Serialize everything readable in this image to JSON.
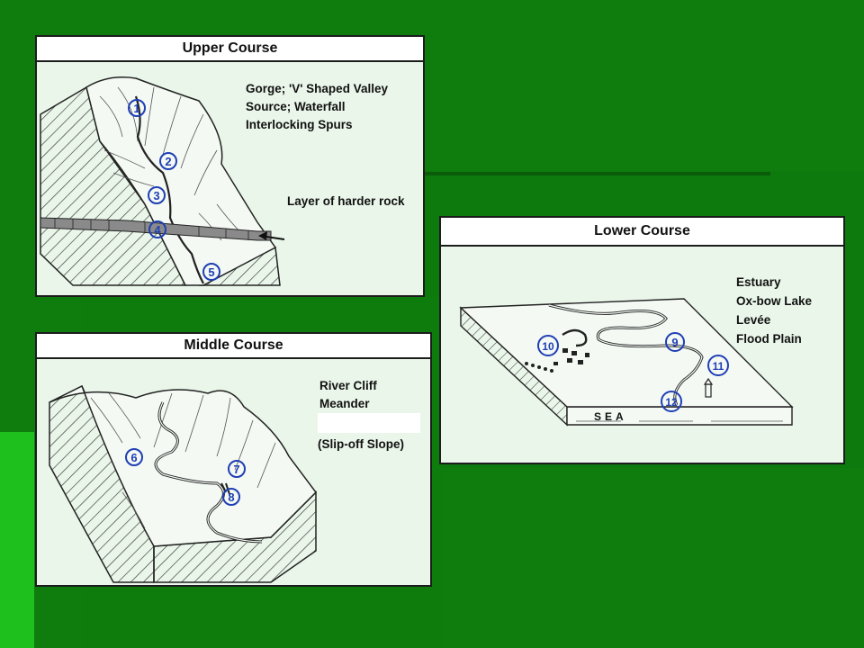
{
  "colors": {
    "slide_background": "#128a12",
    "slide_bg_dark": "#0b6f0b",
    "slide_bg_light": "#1fb41f",
    "panel_fill": "#eaf6ea",
    "marker_blue": "#1f3fb5",
    "ink": "#1c1c1c"
  },
  "upper": {
    "title": "Upper Course",
    "labels": [
      "Gorge; 'V' Shaped Valley",
      "Source; Waterfall",
      "Interlocking Spurs"
    ],
    "callout": "Layer of harder rock",
    "markers": [
      "1",
      "2",
      "3",
      "4",
      "5"
    ]
  },
  "middle": {
    "title": "Middle Course",
    "labels": [
      "River Cliff",
      "Meander"
    ],
    "hidden_label": "",
    "extra_label": "(Slip-off Slope)",
    "markers": [
      "6",
      "7",
      "8"
    ]
  },
  "lower": {
    "title": "Lower Course",
    "labels": [
      "Estuary",
      "Ox-bow Lake",
      "Levée",
      "Flood Plain"
    ],
    "sea_label": "SEA",
    "markers": [
      "9",
      "10",
      "11",
      "12"
    ]
  }
}
